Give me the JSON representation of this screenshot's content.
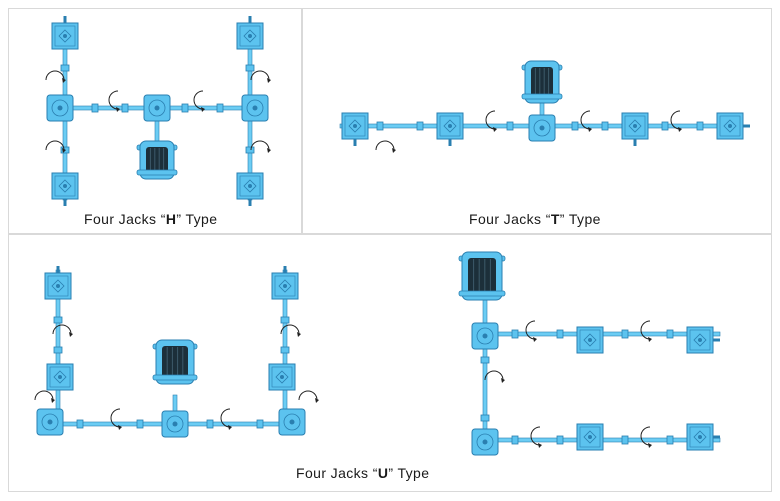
{
  "panels": {
    "h_type": {
      "prefix": "Four Jacks “",
      "letter": "H",
      "suffix": "” Type"
    },
    "t_type": {
      "prefix": "Four Jacks “",
      "letter": "T",
      "suffix": "” Type"
    },
    "u_type": {
      "prefix": "Four Jacks “",
      "letter": "U",
      "suffix": "” Type"
    }
  },
  "colors": {
    "jack_fill": "#5cc3ef",
    "jack_stroke": "#2a7fb0",
    "shaft": "#6ccdf4",
    "motor_dark": "#1c2f3a",
    "arrow": "#222222"
  },
  "icons": [
    "screw-jack-icon",
    "bevel-gearbox-icon",
    "motor-icon",
    "rotation-arrow-icon",
    "coupling-icon"
  ]
}
